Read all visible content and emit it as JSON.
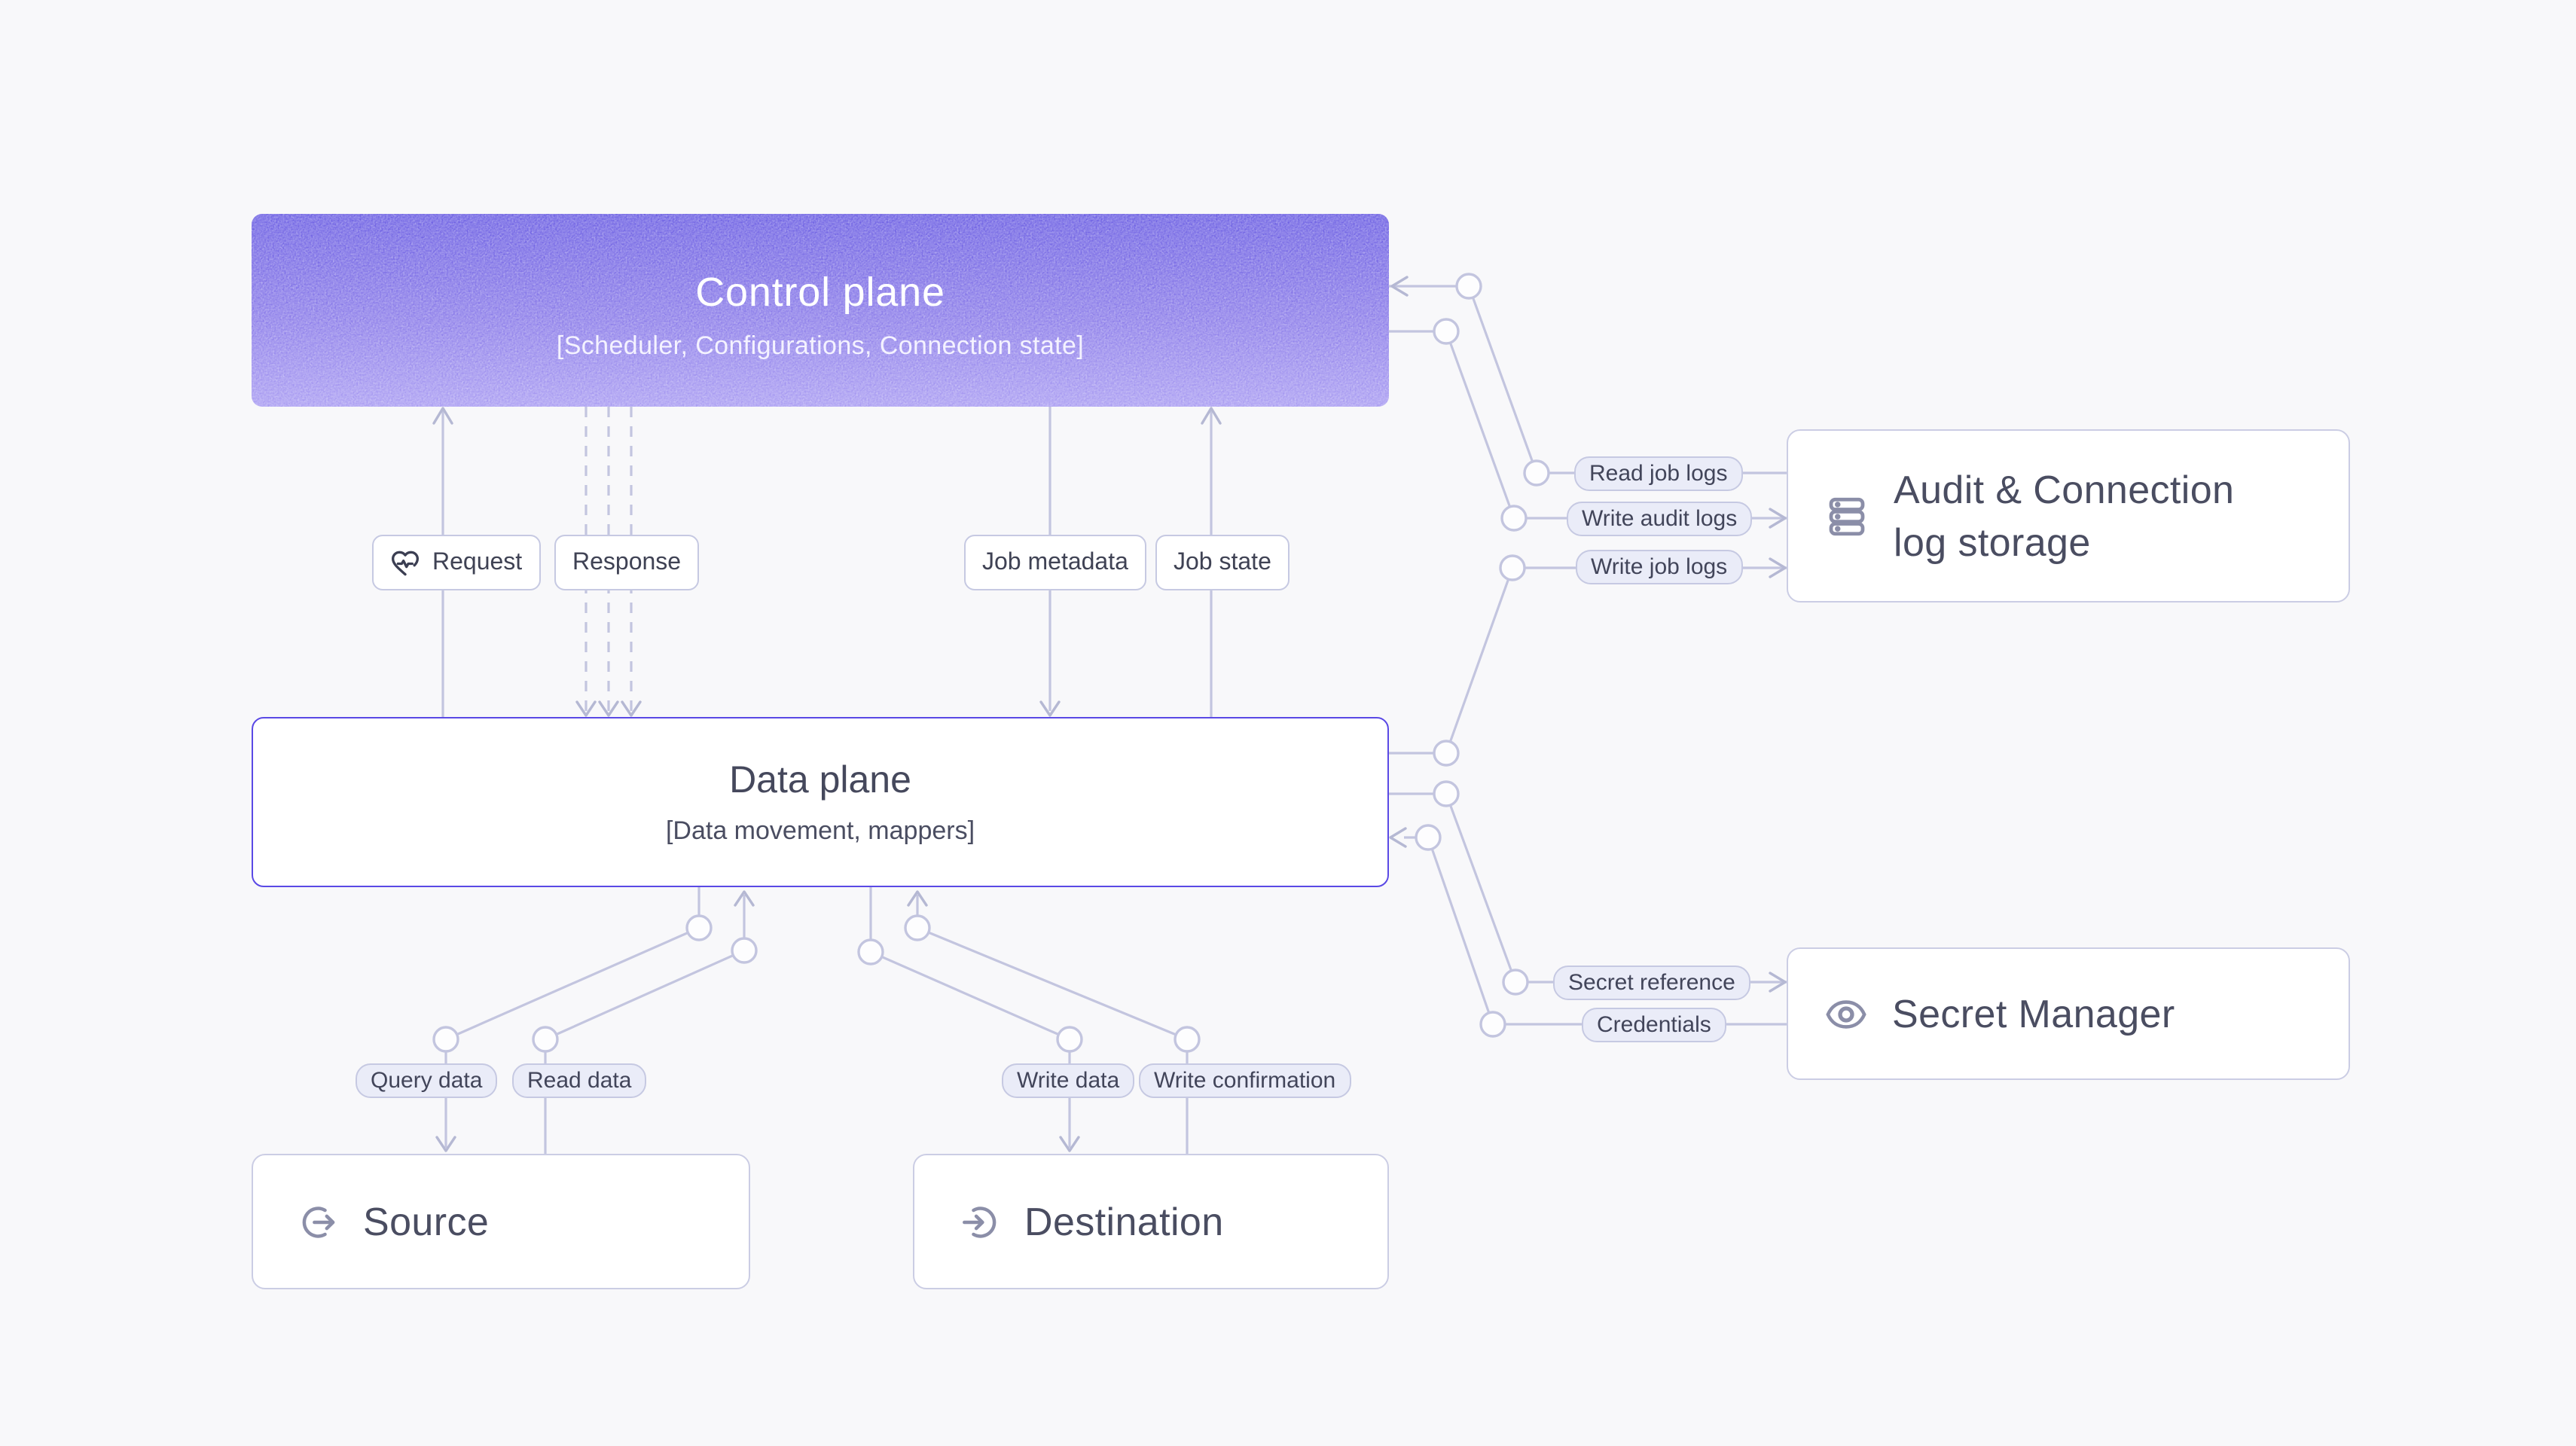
{
  "background": "#f8f8fa",
  "colors": {
    "connector_line": "#c3c5df",
    "arrowhead": "#b5b8d3",
    "box_border": "#cbcde4",
    "data_plane_border": "#5a49e5",
    "control_plane_gradient_top": "#6c5fe3",
    "control_plane_gradient_bottom": "#a99cf2",
    "pill_fill_side": "#eaecf8",
    "pill_fill_center": "#ffffff",
    "pill_border": "#c6c9e2",
    "node_title_text": "#4a4d61",
    "pill_text": "#42455a",
    "icon_gray": "#8b8ea8",
    "icon_dark": "#3b3e52"
  },
  "nodes": {
    "control_plane": {
      "title": "Control plane",
      "subtitle": "[Scheduler, Configurations, Connection state]"
    },
    "data_plane": {
      "title": "Data plane",
      "subtitle": "[Data movement, mappers]"
    },
    "source": {
      "title": "Source",
      "icon": "log-out-circle-icon"
    },
    "destination": {
      "title": "Destination",
      "icon": "log-in-circle-icon"
    },
    "audit_log_storage": {
      "title_line1": "Audit & Connection",
      "title_line2": "log storage",
      "icon": "database-stack-icon"
    },
    "secret_manager": {
      "title": "Secret Manager",
      "icon": "eye-icon"
    }
  },
  "edge_labels": {
    "request": "Request",
    "response": "Response",
    "job_metadata": "Job metadata",
    "job_state": "Job state",
    "read_job_logs": "Read job logs",
    "write_audit_logs": "Write audit logs",
    "write_job_logs": "Write job logs",
    "secret_reference": "Secret reference",
    "credentials": "Credentials",
    "query_data": "Query data",
    "read_data": "Read data",
    "write_data": "Write data",
    "write_confirmation": "Write confirmation"
  }
}
